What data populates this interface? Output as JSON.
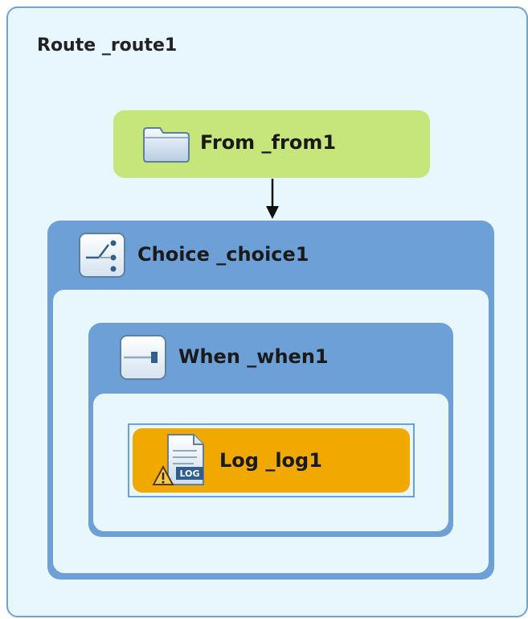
{
  "route": {
    "title": "Route _route1"
  },
  "from_node": {
    "label": "From _from1",
    "icon": "folder-icon"
  },
  "choice_node": {
    "label": "Choice _choice1",
    "icon": "choice-icon"
  },
  "when_node": {
    "label": "When _when1",
    "icon": "when-icon"
  },
  "log_node": {
    "label": "Log _log1",
    "icon": "log-icon",
    "badge_icon": "warning-icon",
    "badge_text": "LOG"
  },
  "colors": {
    "route_bg": "#e8f6fd",
    "route_border": "#6fa3d9",
    "from_bg": "#c6e57a",
    "container_bg": "#6ea0d8",
    "log_bg": "#f0a900"
  }
}
